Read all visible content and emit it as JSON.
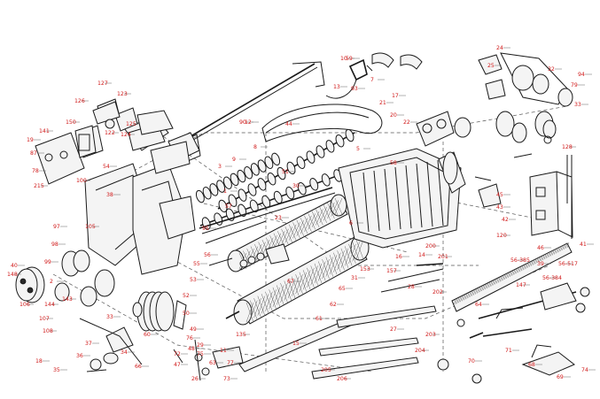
{
  "diagram": {
    "callout_color": "#d01818",
    "line_color": "#1a1a1a",
    "background": "#ffffff",
    "callouts": [
      "10",
      "90",
      "7",
      "17",
      "13",
      "93",
      "44",
      "21",
      "20",
      "22",
      "24",
      "25",
      "32",
      "94",
      "79",
      "33",
      "128",
      "127",
      "126",
      "123",
      "122",
      "124",
      "125",
      "150",
      "141",
      "19",
      "87",
      "78",
      "215",
      "100",
      "54",
      "38",
      "105",
      "97",
      "98",
      "99",
      "40",
      "148",
      "2",
      "143",
      "144",
      "106",
      "107",
      "108",
      "18",
      "35",
      "36",
      "37",
      "33",
      "34",
      "66",
      "60",
      "6",
      "5",
      "8",
      "9",
      "3",
      "1",
      "57",
      "95",
      "56",
      "55",
      "53",
      "52",
      "50",
      "49",
      "48",
      "47",
      "46",
      "45",
      "43",
      "42",
      "41",
      "39",
      "120",
      "56-385",
      "56-517",
      "56-384",
      "147",
      "64",
      "71",
      "68",
      "69",
      "74",
      "70",
      "200",
      "201",
      "202",
      "203",
      "204",
      "205",
      "206",
      "135",
      "11",
      "63",
      "75",
      "76",
      "77",
      "26",
      "73",
      "72",
      "29",
      "27",
      "28",
      "31",
      "153",
      "157",
      "16",
      "14",
      "15",
      "61",
      "62",
      "65",
      "67",
      "23",
      "30",
      "51",
      "58",
      "59",
      "12"
    ]
  }
}
